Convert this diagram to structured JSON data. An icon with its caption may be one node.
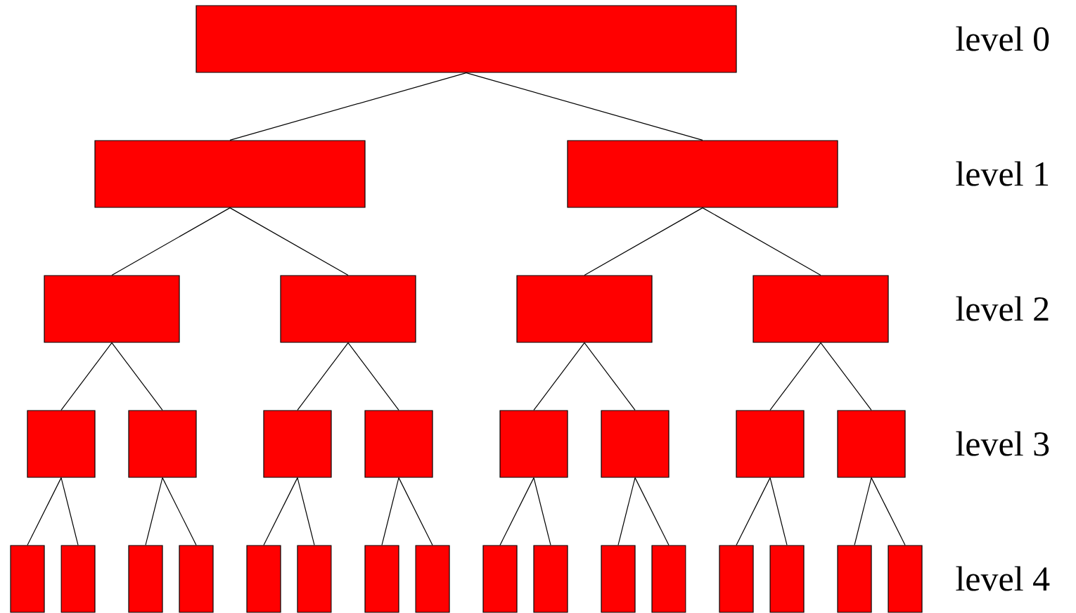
{
  "diagram": {
    "nodes": [
      {
        "text": [],
        "shape": "box"
      },
      {
        "text": [],
        "shape": "box"
      },
      {
        "text": [],
        "shape": "box"
      },
      {
        "text": [],
        "shape": "box"
      },
      {
        "text": [],
        "shape": "box"
      },
      {
        "text": [],
        "shape": "box"
      },
      {
        "text": [],
        "shape": "box"
      },
      {
        "text": [],
        "shape": "box"
      },
      {
        "text": [],
        "shape": "box"
      },
      {
        "text": [],
        "shape": "box"
      },
      {
        "text": [],
        "shape": "box"
      },
      {
        "text": [],
        "shape": "box"
      },
      {
        "text": [],
        "shape": "box"
      },
      {
        "text": [],
        "shape": "box"
      },
      {
        "text": [],
        "shape": "box"
      },
      {
        "text": [],
        "shape": "box"
      },
      {
        "text": [],
        "shape": "box"
      },
      {
        "text": [],
        "shape": "box"
      },
      {
        "text": [],
        "shape": "box"
      },
      {
        "text": [],
        "shape": "box"
      },
      {
        "text": [],
        "shape": "box"
      },
      {
        "text": [],
        "shape": "box"
      },
      {
        "text": [],
        "shape": "box"
      },
      {
        "text": [],
        "shape": "box"
      },
      {
        "text": [],
        "shape": "box"
      },
      {
        "text": [],
        "shape": "box"
      },
      {
        "text": [],
        "shape": "box"
      },
      {
        "text": [],
        "shape": "box"
      },
      {
        "text": [],
        "shape": "box"
      },
      {
        "text": [],
        "shape": "box"
      },
      {
        "text": [],
        "shape": "box"
      }
    ],
    "edges": [
      {
        "from": 0,
        "to": 1,
        "arrow": "none"
      },
      {
        "from": 0,
        "to": 2,
        "arrow": "none"
      },
      {
        "from": 1,
        "to": 3,
        "arrow": "none"
      },
      {
        "from": 1,
        "to": 4,
        "arrow": "none"
      },
      {
        "from": 2,
        "to": 5,
        "arrow": "none"
      },
      {
        "from": 2,
        "to": 6,
        "arrow": "none"
      },
      {
        "from": 3,
        "to": 7,
        "arrow": "none"
      },
      {
        "from": 3,
        "to": 8,
        "arrow": "none"
      },
      {
        "from": 4,
        "to": 9,
        "arrow": "none"
      },
      {
        "from": 4,
        "to": 10,
        "arrow": "none"
      },
      {
        "from": 5,
        "to": 11,
        "arrow": "none"
      },
      {
        "from": 5,
        "to": 12,
        "arrow": "none"
      },
      {
        "from": 6,
        "to": 13,
        "arrow": "none"
      },
      {
        "from": 6,
        "to": 14,
        "arrow": "none"
      },
      {
        "from": 7,
        "to": 15,
        "arrow": "none"
      },
      {
        "from": 7,
        "to": 16,
        "arrow": "none"
      },
      {
        "from": 8,
        "to": 17,
        "arrow": "none"
      },
      {
        "from": 8,
        "to": 18,
        "arrow": "none"
      },
      {
        "from": 9,
        "to": 19,
        "arrow": "none"
      },
      {
        "from": 9,
        "to": 20,
        "arrow": "none"
      },
      {
        "from": 10,
        "to": 21,
        "arrow": "none"
      },
      {
        "from": 10,
        "to": 22,
        "arrow": "none"
      },
      {
        "from": 11,
        "to": 23,
        "arrow": "none"
      },
      {
        "from": 11,
        "to": 24,
        "arrow": "none"
      },
      {
        "from": 12,
        "to": 25,
        "arrow": "none"
      },
      {
        "from": 12,
        "to": 26,
        "arrow": "none"
      },
      {
        "from": 13,
        "to": 27,
        "arrow": "none"
      },
      {
        "from": 13,
        "to": 28,
        "arrow": "none"
      },
      {
        "from": 14,
        "to": 29,
        "arrow": "none"
      },
      {
        "from": 14,
        "to": 30,
        "arrow": "none"
      }
    ],
    "labels": [
      "level 0",
      "level 1",
      "level 2",
      "level 3",
      "level 4"
    ]
  }
}
